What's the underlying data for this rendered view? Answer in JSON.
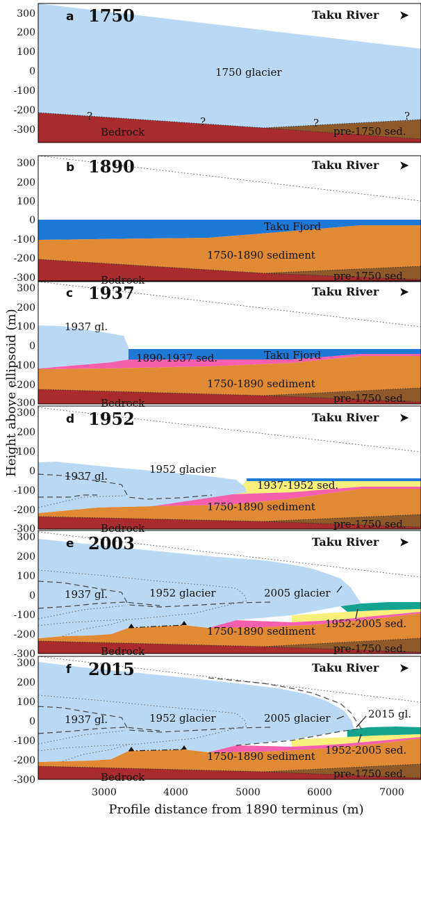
{
  "figure": {
    "y_axis_label": "Height above ellipsoid (m)",
    "x_axis_label": "Profile distance from 1890 terminus (m)",
    "x_ticks": [
      "3000",
      "4000",
      "5000",
      "6000",
      "7000"
    ],
    "y_ticks": [
      "300",
      "200",
      "100",
      "0",
      "-100",
      "-200",
      "-300"
    ],
    "river_label": "Taku River",
    "arrow_glyph": "➤"
  },
  "colors": {
    "glacier": "#b9d8f4",
    "fjord": "#1e78d6",
    "sediment_1750_1890": "#e08a35",
    "sed_1890_1937": "#f45fae",
    "sed_1937_1952": "#f8f07a",
    "sed_1952_2005": "#14a38f",
    "bedrock": "#a82b2d",
    "pre1750": "#8f5a2a"
  },
  "panels": [
    {
      "letter": "a",
      "year": "1750",
      "labels": {
        "glacier": "1750 glacier",
        "bedrock": "Bedrock",
        "pre1750": "pre-1750 sed.",
        "q1": "?",
        "q2": "?",
        "q3": "?",
        "q4": "?"
      }
    },
    {
      "letter": "b",
      "year": "1890",
      "labels": {
        "fjord": "Taku Fjord",
        "sediment": "1750-1890 sediment",
        "bedrock": "Bedrock",
        "pre1750": "pre-1750 sed."
      }
    },
    {
      "letter": "c",
      "year": "1937",
      "labels": {
        "gl1937": "1937 gl.",
        "sed1890": "1890-1937 sed.",
        "fjord": "Taku Fjord",
        "sediment": "1750-1890 sediment",
        "bedrock": "Bedrock",
        "pre1750": "pre-1750 sed."
      }
    },
    {
      "letter": "d",
      "year": "1952",
      "labels": {
        "gl1937": "1937 gl.",
        "glacier1952": "1952 glacier",
        "sed1937": "1937-1952 sed.",
        "sediment": "1750-1890 sediment",
        "bedrock": "Bedrock",
        "pre1750": "pre-1750 sed."
      }
    },
    {
      "letter": "e",
      "year": "2003",
      "labels": {
        "gl1937": "1937 gl.",
        "glacier1952": "1952 glacier",
        "glacier2005": "2005 glacier",
        "sed1952": "1952-2005 sed.",
        "sediment": "1750-1890 sediment",
        "bedrock": "Bedrock",
        "pre1750": "pre-1750 sed."
      }
    },
    {
      "letter": "f",
      "year": "2015",
      "labels": {
        "gl1937": "1937 gl.",
        "glacier1952": "1952 glacier",
        "glacier2005": "2005 glacier",
        "gl2015": "2015 gl.",
        "sed1952": "1952-2005 sed.",
        "sediment": "1750-1890 sediment",
        "bedrock": "Bedrock",
        "pre1750": "pre-1750 sed."
      }
    }
  ]
}
